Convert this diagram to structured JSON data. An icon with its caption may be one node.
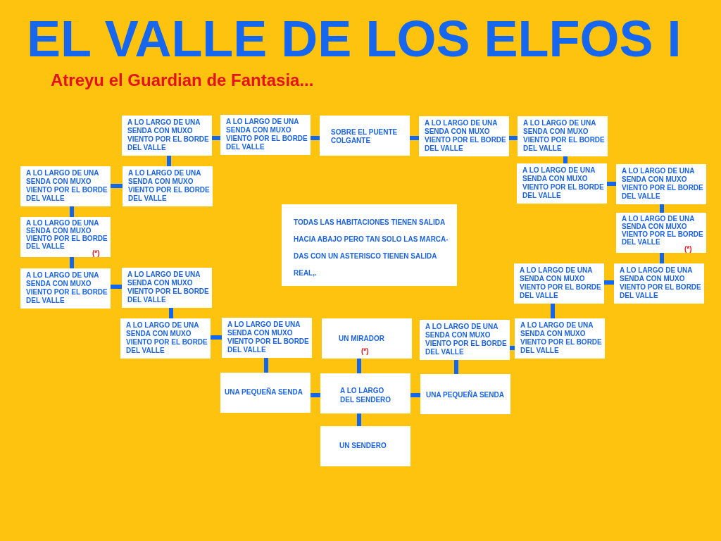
{
  "diagram": {
    "title": "EL VALLE DE LOS ELFOS I",
    "nodes": [
      {
        "text": [
          "A LO LARGO DE UNA SENDA CON MUXO VIENTO POR EL BORDE DEL VALLE"
        ]
      },
      {
        "text": [
          "A LO LARGO DE UNA SENDA CON MUXO VIENTO POR EL BORDE DEL VALLE"
        ]
      },
      {
        "text": [
          "SOBRE EL PUENTE COLGANTE"
        ]
      },
      {
        "text": [
          "A LO LARGO DE UNA SENDA CON MUXO VIENTO POR EL BORDE DEL VALLE"
        ]
      },
      {
        "text": [
          "A LO LARGO DE UNA SENDA CON MUXO VIENTO POR EL BORDE DEL VALLE"
        ]
      },
      {
        "text": [
          "A LO LARGO DE UNA SENDA CON MUXO VIENTO POR EL BORDE DEL VALLE"
        ]
      },
      {
        "text": [
          "A LO LARGO DE UNA SENDA CON MUXO VIENTO POR EL BORDE DEL VALLE"
        ]
      },
      {
        "text": [
          "A LO LARGO DE UNA SENDA CON MUXO VIENTO POR EL BORDE DEL VALLE"
        ]
      },
      {
        "text": [
          "A LO LARGO DE UNA SENDA CON MUXO VIENTO POR EL BORDE DEL VALLE"
        ]
      },
      {
        "text": [
          "TODAS LAS HABITACIONES TIENEN SALIDA HACIA ABAJO PERO TAN SOLO LAS MARCA- DAS CON UN ASTERISCO TIENEN SALIDA REAL,."
        ]
      },
      {
        "text": [
          "A LO LARGO DE UNA SENDA CON MUXO VIENTO POR EL BORDE DEL VALLE",
          "(*)"
        ]
      },
      {
        "text": [
          "A LO LARGO DE UNA SENDA CON MUXO VIENTO POR EL BORDE DEL VALLE",
          "(*)"
        ]
      },
      {
        "text": [
          "A LO LARGO DE UNA SENDA CON MUXO VIENTO POR EL BORDE DEL VALLE"
        ]
      },
      {
        "text": [
          "A LO LARGO DE UNA SENDA CON MUXO VIENTO POR EL BORDE DEL VALLE"
        ]
      },
      {
        "text": [
          "A LO LARGO DE UNA SENDA CON MUXO VIENTO POR EL BORDE DEL VALLE"
        ]
      },
      {
        "text": [
          "A LO LARGO DE UNA SENDA CON MUXO VIENTO POR EL BORDE DEL VALLE"
        ]
      },
      {
        "text": [
          "A LO LARGO DE UNA SENDA CON MUXO VIENTO POR EL BORDE DEL VALLE"
        ]
      },
      {
        "text": [
          "A LO LARGO DE UNA SENDA CON MUXO VIENTO POR EL BORDE DEL VALLE"
        ]
      },
      {
        "text": [
          "UN MIRADOR",
          "(*)"
        ]
      },
      {
        "text": [
          "A LO LARGO DE UNA SENDA CON MUXO VIENTO POR EL BORDE DEL VALLE"
        ]
      },
      {
        "text": [
          "A LO LARGO DE UNA SENDA CON MUXO VIENTO POR EL BORDE DEL VALLE"
        ]
      },
      {
        "text": [
          "UNA PEQUEÑA SENDA"
        ]
      },
      {
        "text": [
          "A LO LARGO DEL SENDERO"
        ]
      },
      {
        "text": [
          "UNA PEQUEÑA SENDA"
        ]
      },
      {
        "text": [
          "UN SENDERO"
        ]
      }
    ],
    "edges": [
      {
        "from": 0,
        "to": 1,
        "arrow": "none"
      },
      {
        "from": 1,
        "to": 2,
        "arrow": "none"
      },
      {
        "from": 2,
        "to": 3,
        "arrow": "none"
      },
      {
        "from": 3,
        "to": 4,
        "arrow": "none"
      },
      {
        "from": 0,
        "to": 6,
        "arrow": "none"
      },
      {
        "from": 5,
        "to": 6,
        "arrow": "none"
      },
      {
        "from": 5,
        "to": 10,
        "arrow": "none"
      },
      {
        "from": 10,
        "to": 12,
        "arrow": "none"
      },
      {
        "from": 12,
        "to": 13,
        "arrow": "none"
      },
      {
        "from": 13,
        "to": 16,
        "arrow": "none"
      },
      {
        "from": 16,
        "to": 17,
        "arrow": "none"
      },
      {
        "from": 17,
        "to": 21,
        "arrow": "none"
      },
      {
        "from": 21,
        "to": 22,
        "arrow": "none"
      },
      {
        "from": 18,
        "to": 22,
        "arrow": "none"
      },
      {
        "from": 22,
        "to": 24,
        "arrow": "none"
      },
      {
        "from": 22,
        "to": 23,
        "arrow": "none"
      },
      {
        "from": 19,
        "to": 23,
        "arrow": "none"
      },
      {
        "from": 19,
        "to": 20,
        "arrow": "none"
      },
      {
        "from": 20,
        "to": 14,
        "arrow": "none"
      },
      {
        "from": 14,
        "to": 15,
        "arrow": "none"
      },
      {
        "from": 15,
        "to": 11,
        "arrow": "none"
      },
      {
        "from": 11,
        "to": 8,
        "arrow": "none"
      },
      {
        "from": 8,
        "to": 7,
        "arrow": "none"
      },
      {
        "from": 7,
        "to": 4,
        "arrow": "none"
      }
    ],
    "labels": [
      "Atreyu el Guardian de Fantasia..."
    ]
  }
}
